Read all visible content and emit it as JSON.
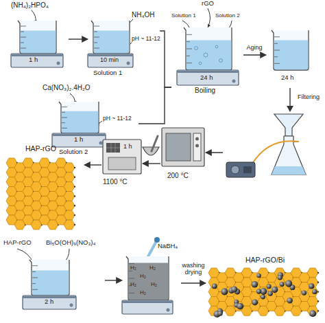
{
  "diagram": {
    "nodes": [
      {
        "text": [
          "(NH₄)₂HPO₄",
          "1 h"
        ]
      },
      {
        "text": [
          "NH₄OH",
          "pH ~ 11-12",
          "10 min",
          "Solution 1"
        ]
      },
      {
        "text": [
          "Ca(NO₃)₂.4H₂O",
          "pH ~ 11-12",
          "1 h",
          "Solution 2"
        ]
      },
      {
        "text": [
          "Solution 1",
          "rGO",
          "Solution 2",
          "24 h",
          "Boiling"
        ]
      },
      {
        "text": [
          "24 h"
        ]
      },
      {
        "text": [
          "200 °C"
        ]
      },
      {
        "text": [
          "1 h",
          "1100 °C"
        ]
      },
      {
        "text": [
          "HAP-rGO"
        ]
      },
      {
        "text": [
          "HAP-rGO",
          "Bi₅O(OH)₉(NO₃)₄",
          "2 h"
        ]
      },
      {
        "text": [
          "NaBH₄",
          "H₂",
          "H₂",
          "H₂",
          "H₂",
          "H₂",
          "H₂"
        ]
      },
      {
        "text": [
          "HAP-rGO/Bi"
        ]
      }
    ],
    "edges": [
      {
        "from": 0,
        "to": 1,
        "arrow": "to"
      },
      {
        "from": 1,
        "to": 3,
        "arrow": "none"
      },
      {
        "from": 2,
        "to": 3,
        "arrow": "none"
      },
      {
        "from": 3,
        "to": 4,
        "label": "Aging",
        "arrow": "to"
      },
      {
        "from": 4,
        "to": 5,
        "label": "Filtering",
        "arrow": "to"
      },
      {
        "from": 5,
        "to": 6,
        "arrow": "to"
      },
      {
        "from": 6,
        "to": 7,
        "arrow": "to"
      },
      {
        "from": 8,
        "to": 9,
        "arrow": "to"
      },
      {
        "from": 9,
        "to": 10,
        "label": "washing drying",
        "arrow": "to"
      }
    ]
  }
}
